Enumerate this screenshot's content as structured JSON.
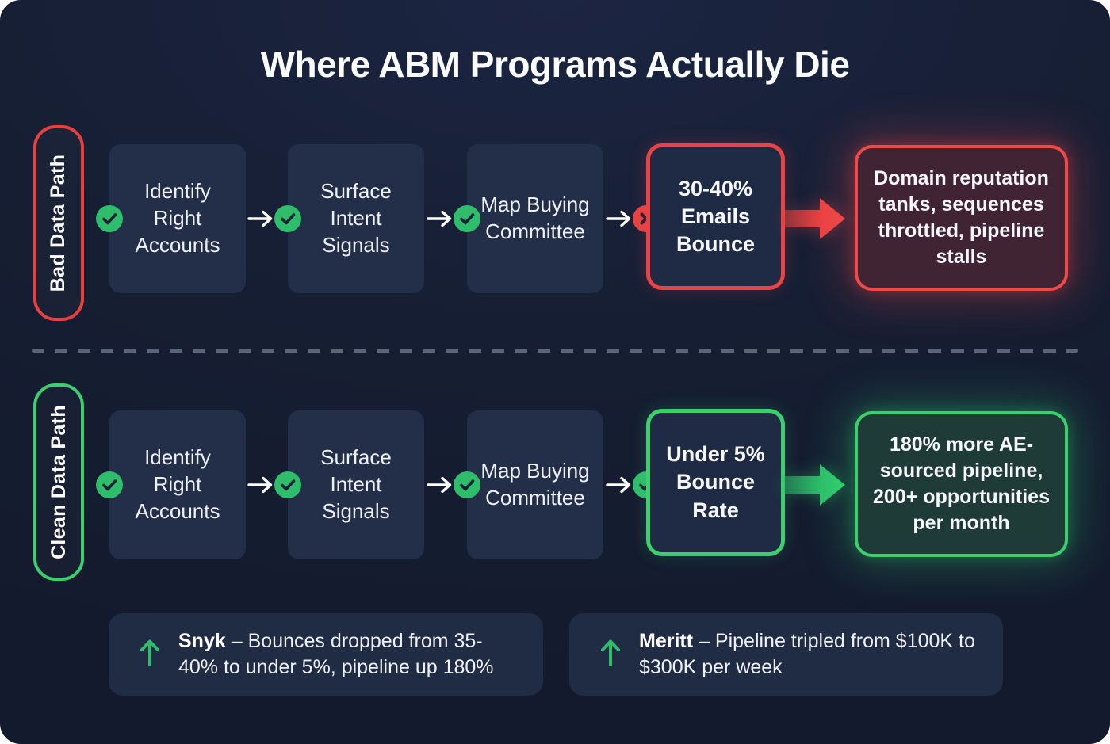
{
  "title": "Where ABM Programs Actually Die",
  "rows": [
    {
      "label": "Bad Data Path",
      "steps": [
        {
          "label": "Identify Right Accounts",
          "status_icon": "check-icon"
        },
        {
          "label": "Surface Intent Signals",
          "status_icon": "check-icon"
        },
        {
          "label": "Map Buying Committee",
          "status_icon": "check-icon"
        }
      ],
      "result": {
        "label": "30-40% Emails Bounce",
        "status_icon": "cross-icon"
      },
      "outcome": "Domain reputation tanks, sequences throttled, pipeline stalls"
    },
    {
      "label": "Clean Data Path",
      "steps": [
        {
          "label": "Identify Right Accounts",
          "status_icon": "check-icon"
        },
        {
          "label": "Surface Intent Signals",
          "status_icon": "check-icon"
        },
        {
          "label": "Map Buying Committee",
          "status_icon": "check-icon"
        }
      ],
      "result": {
        "label": "Under 5% Bounce Rate",
        "status_icon": "check-icon"
      },
      "outcome": "180% more AE-sourced pipeline, 200+ opportunities per month"
    }
  ],
  "stats": [
    {
      "icon": "arrow-up-icon",
      "name": "Snyk",
      "text": "– Bounces dropped from 35-40% to under 5%, pipeline up 180%"
    },
    {
      "icon": "arrow-up-icon",
      "name": "Meritt",
      "text": "– Pipeline tripled from $100K to $300K per week"
    }
  ],
  "colors": {
    "background": "#161e33",
    "card": "#232e48",
    "red_accent": "#ea4343",
    "red_outcome_fill": "#402433",
    "green_accent": "#3bd06d",
    "green_badge": "#2ebd6b",
    "green_outcome_fill": "#1e3b38",
    "divider": "#5a6579",
    "text": "#f2f5f9"
  }
}
